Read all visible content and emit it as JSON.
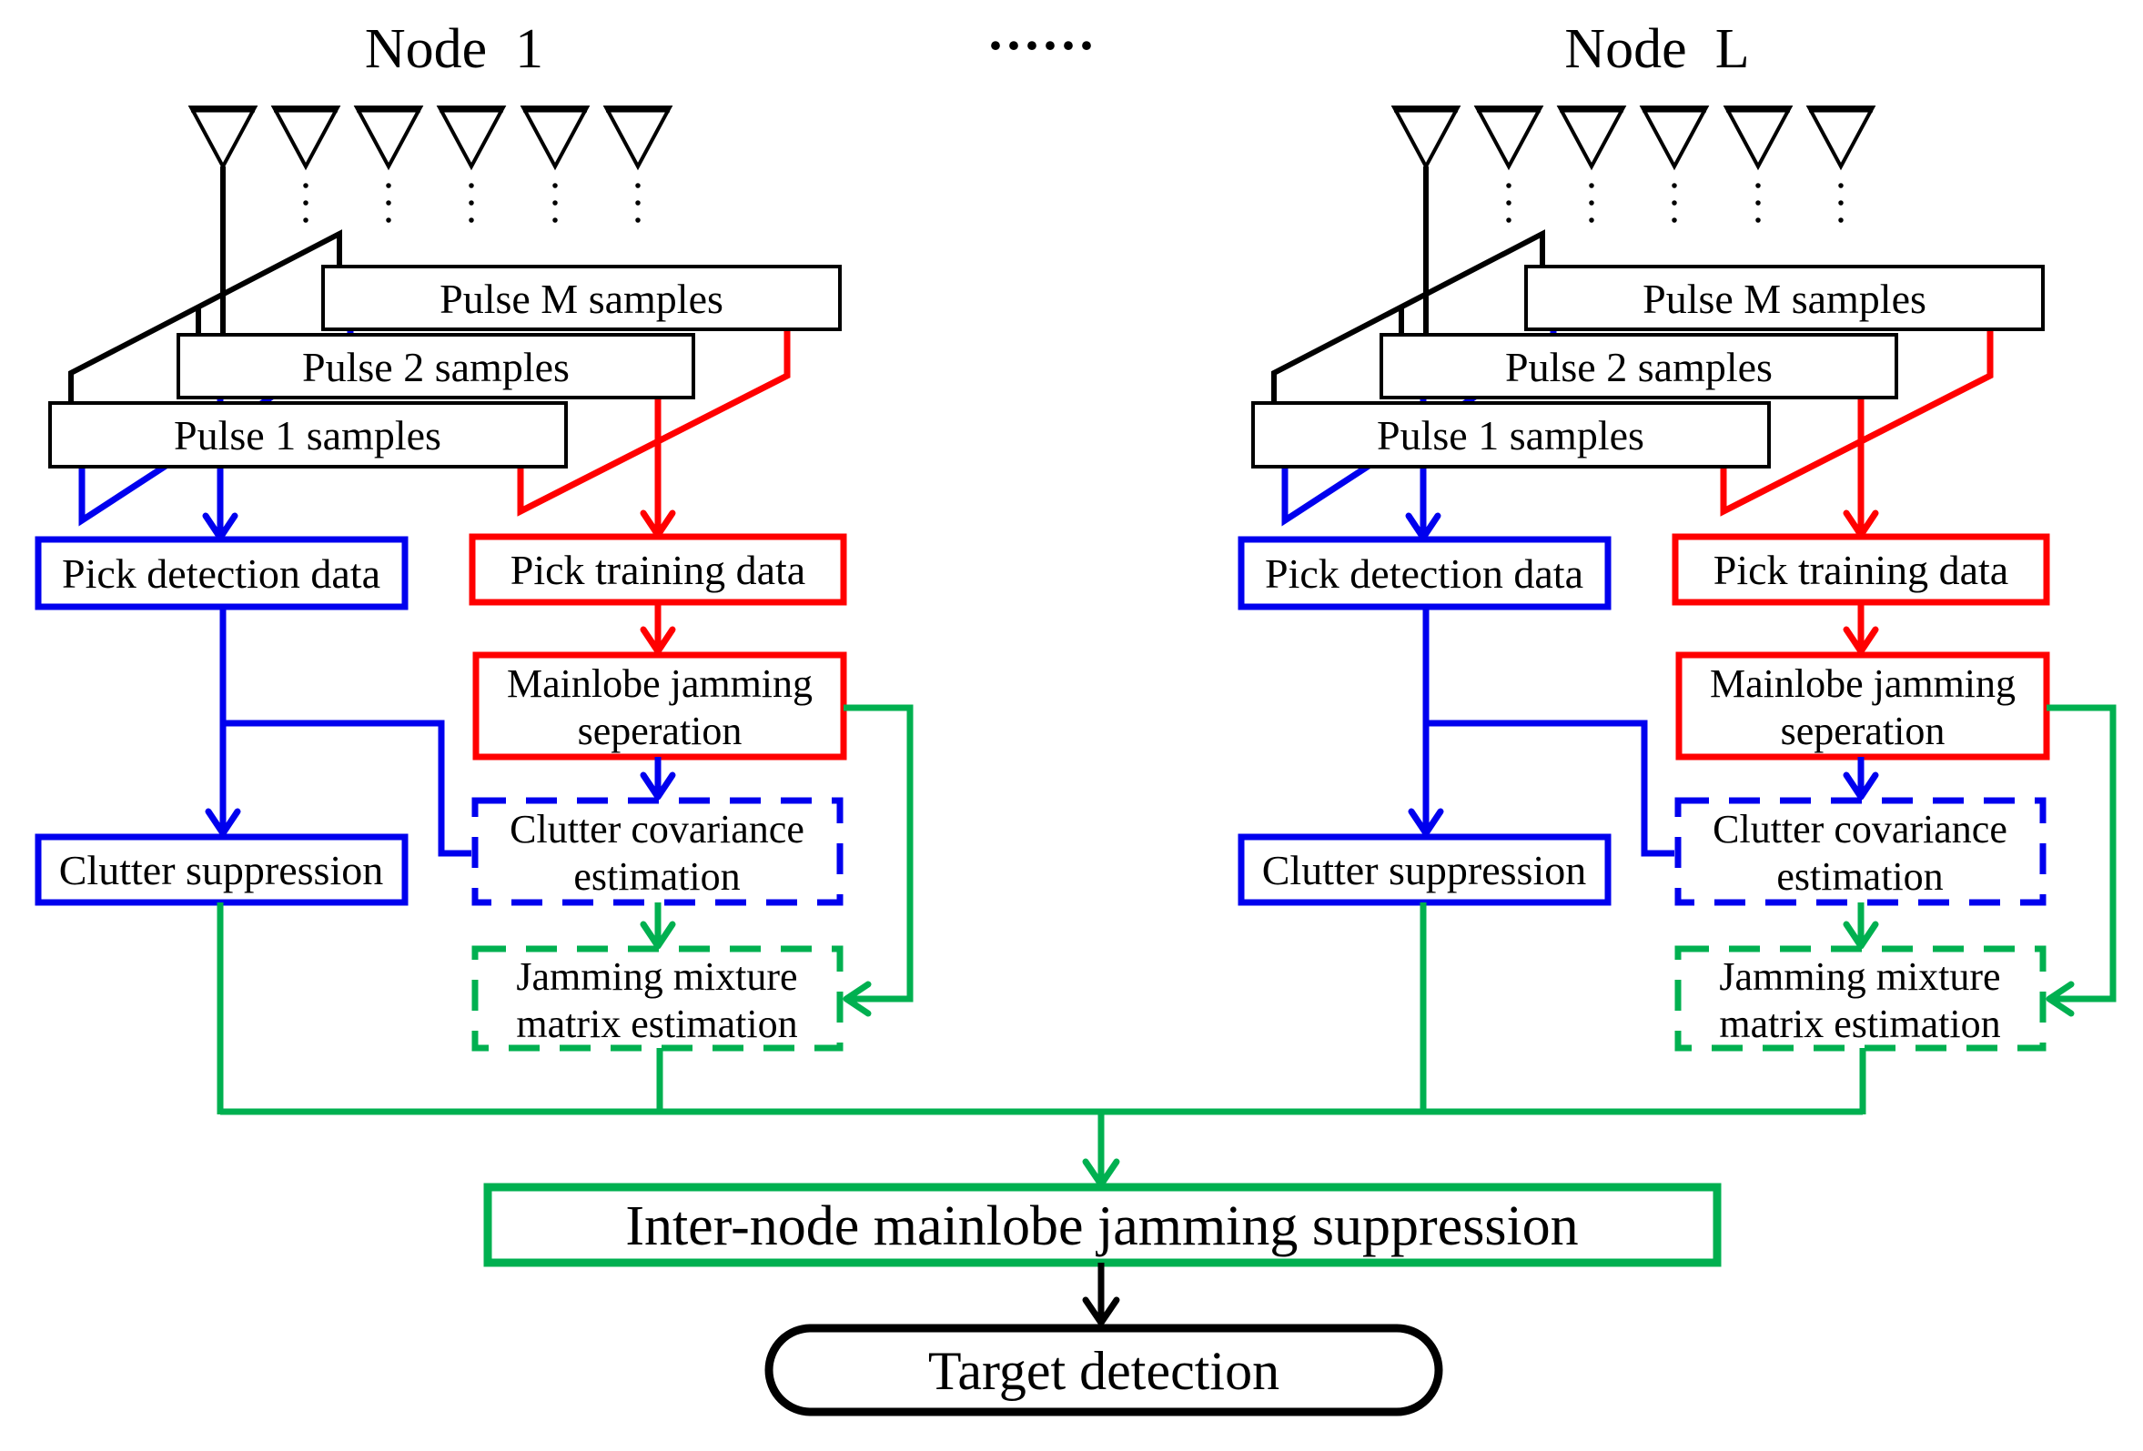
{
  "colors": {
    "detection_blue": "#0000ee",
    "training_red": "#ff0000",
    "fusion_green": "#00b050",
    "line_black": "#000000"
  },
  "separator_dots": "······",
  "nodes": [
    {
      "title": "Node  1",
      "pulse_m": "Pulse M samples",
      "pulse_2": "Pulse 2 samples",
      "pulse_1": "Pulse 1 samples",
      "pick_detection": "Pick detection data",
      "pick_training": "Pick training data",
      "mainlobe_jamming": [
        "Mainlobe jamming",
        "seperation"
      ],
      "clutter_suppression": "Clutter suppression",
      "clutter_covariance": [
        "Clutter covariance",
        "estimation"
      ],
      "jamming_mixture": [
        "Jamming mixture",
        "matrix estimation"
      ]
    },
    {
      "title": "Node  L",
      "pulse_m": "Pulse M samples",
      "pulse_2": "Pulse 2 samples",
      "pulse_1": "Pulse 1 samples",
      "pick_detection": "Pick detection data",
      "pick_training": "Pick training data",
      "mainlobe_jamming": [
        "Mainlobe jamming",
        "seperation"
      ],
      "clutter_suppression": "Clutter suppression",
      "clutter_covariance": [
        "Clutter covariance",
        "estimation"
      ],
      "jamming_mixture": [
        "Jamming mixture",
        "matrix estimation"
      ]
    }
  ],
  "fusion": {
    "inter_node": "Inter-node mainlobe jamming suppression",
    "target": "Target detection"
  }
}
